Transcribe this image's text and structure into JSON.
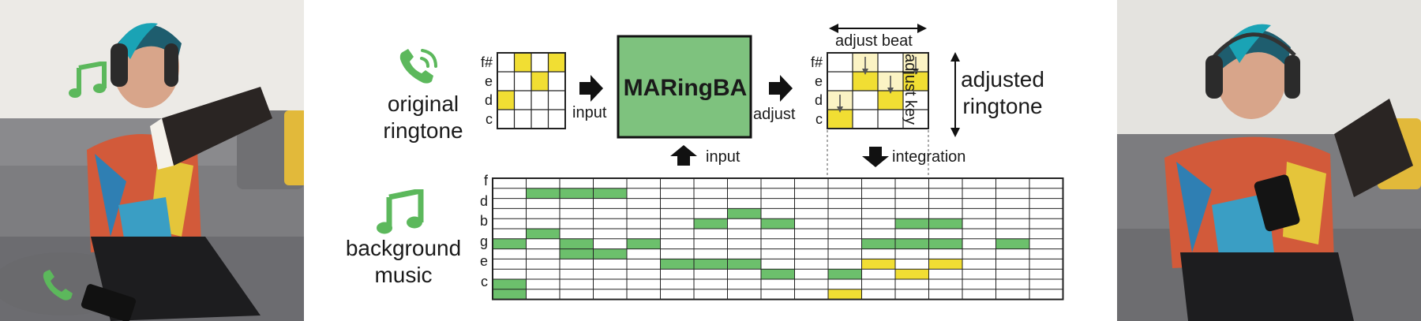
{
  "colors": {
    "green": "#6cc06c",
    "yellow": "#f1de33",
    "pale_yellow": "#fbf3c4",
    "grid": "#222222",
    "box_fill": "#7ec27e",
    "icon_green": "#5cb85c"
  },
  "labels": {
    "original_line1": "original",
    "original_line2": "ringtone",
    "background_line1": "background",
    "background_line2": "music",
    "adjusted_line1": "adjusted",
    "adjusted_line2": "ringtone",
    "box_title": "MARingBA",
    "arrow_input_left": "input",
    "arrow_adjust": "adjust",
    "arrow_input_bottom": "input",
    "arrow_integration": "integration",
    "adjust_beat": "adjust beat",
    "adjust_key": "adjust key"
  },
  "ringtone_rows": [
    "f#",
    "e",
    "d",
    "c"
  ],
  "original_ringtone": {
    "cols": 4,
    "yellow": [
      [
        0,
        1
      ],
      [
        0,
        3
      ],
      [
        1,
        2
      ],
      [
        2,
        0
      ]
    ]
  },
  "adjusted_ringtone": {
    "cols": 4,
    "yellow": [
      [
        1,
        1
      ],
      [
        1,
        3
      ],
      [
        2,
        2
      ],
      [
        3,
        0
      ]
    ],
    "pale": [
      [
        0,
        1
      ],
      [
        0,
        3
      ],
      [
        1,
        2
      ],
      [
        2,
        0
      ]
    ],
    "down_arrows": [
      [
        0,
        1
      ],
      [
        1,
        2
      ],
      [
        2,
        0
      ],
      [
        0,
        3
      ]
    ]
  },
  "music_rows": [
    "f",
    "d",
    "b",
    "g",
    "e",
    "c"
  ],
  "background_music": {
    "rows": 12,
    "cols": 17,
    "row_labels": {
      "0": "f",
      "2": "d",
      "4": "b",
      "6": "g",
      "8": "e",
      "10": "c"
    },
    "green": [
      [
        1,
        1
      ],
      [
        1,
        2
      ],
      [
        1,
        3
      ],
      [
        3,
        7
      ],
      [
        4,
        6
      ],
      [
        4,
        8
      ],
      [
        4,
        12
      ],
      [
        4,
        13
      ],
      [
        5,
        1
      ],
      [
        6,
        0
      ],
      [
        6,
        2
      ],
      [
        6,
        4
      ],
      [
        6,
        11
      ],
      [
        6,
        12
      ],
      [
        6,
        13
      ],
      [
        6,
        15
      ],
      [
        7,
        2
      ],
      [
        7,
        3
      ],
      [
        8,
        5
      ],
      [
        8,
        6
      ],
      [
        8,
        7
      ],
      [
        9,
        8
      ],
      [
        9,
        10
      ],
      [
        10,
        0
      ],
      [
        11,
        0
      ]
    ],
    "yellow": [
      [
        8,
        11
      ],
      [
        8,
        13
      ],
      [
        9,
        12
      ],
      [
        11,
        10
      ]
    ]
  }
}
